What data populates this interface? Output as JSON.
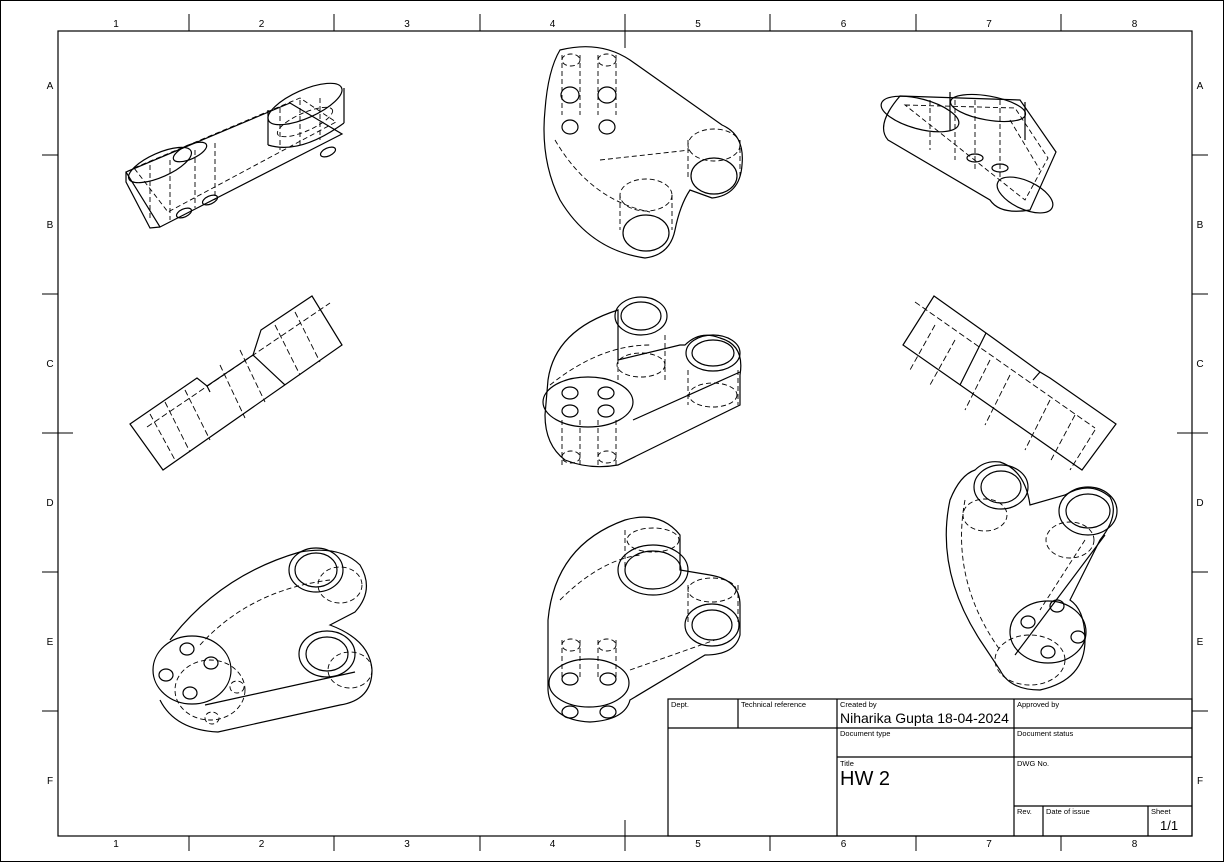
{
  "sheet": {
    "column_labels": [
      "1",
      "2",
      "3",
      "4",
      "5",
      "6",
      "7",
      "8"
    ],
    "row_labels": [
      "A",
      "B",
      "C",
      "D",
      "E",
      "F"
    ]
  },
  "title_block": {
    "dept_label": "Dept.",
    "tech_ref_label": "Technical reference",
    "created_by_label": "Created by",
    "created_by_value": "Niharika Gupta 18-04-2024",
    "approved_by_label": "Approved by",
    "doc_type_label": "Document type",
    "doc_status_label": "Document status",
    "title_label": "Title",
    "title_value": "HW 2",
    "dwg_no_label": "DWG No.",
    "rev_label": "Rev.",
    "date_of_issue_label": "Date of issue",
    "sheet_label": "Sheet",
    "sheet_value": "1/1"
  },
  "views": [
    "isometric-view-1",
    "isometric-view-2",
    "isometric-view-3",
    "side-view-left",
    "isometric-view-center",
    "side-view-right",
    "isometric-view-7",
    "isometric-view-8",
    "isometric-view-9"
  ]
}
